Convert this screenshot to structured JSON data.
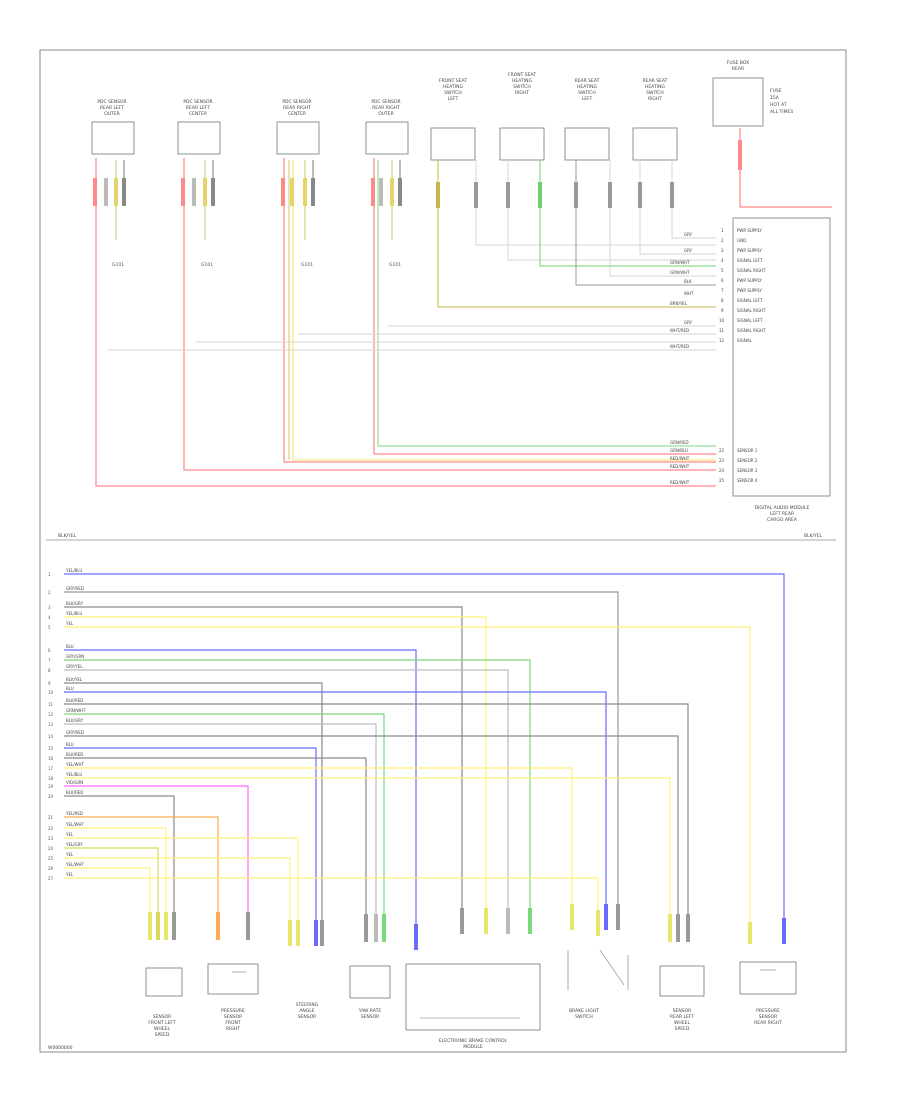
{
  "diagram": {
    "page_id": "W0000000",
    "bus_label_left": "BLK/YEL",
    "bus_label_right": "BLK/YEL",
    "top_sensors": [
      {
        "id": "pdc-sensor-1",
        "label": [
          "PDC SENSOR",
          "REAR LEFT",
          "OUTER"
        ]
      },
      {
        "id": "pdc-sensor-2",
        "label": [
          "PDC SENSOR",
          "REAR LEFT",
          "CENTER"
        ]
      },
      {
        "id": "pdc-sensor-3",
        "label": [
          "PDC SENSOR",
          "REAR RIGHT",
          "CENTER"
        ]
      },
      {
        "id": "pdc-sensor-4",
        "label": [
          "PDC SENSOR",
          "REAR RIGHT",
          "OUTER"
        ]
      }
    ],
    "top_switches": [
      {
        "id": "switch-1",
        "label": [
          "FRONT SEAT",
          "HEATING",
          "SWITCH",
          "LEFT"
        ]
      },
      {
        "id": "switch-2",
        "label": [
          "FRONT SEAT",
          "HEATING",
          "SWITCH",
          "RIGHT"
        ]
      },
      {
        "id": "switch-3",
        "label": [
          "REAR SEAT",
          "HEATING",
          "SWITCH",
          "LEFT"
        ]
      },
      {
        "id": "switch-4",
        "label": [
          "REAR SEAT",
          "HEATING",
          "SWITCH",
          "RIGHT"
        ]
      }
    ],
    "ground_labels": [
      "G101",
      "G101",
      "G101",
      "G101"
    ],
    "fuse_box_label": [
      "FUSE BOX",
      "REAR"
    ],
    "fuse_box_notes": [
      "FUSE",
      "15A",
      "HOT AT",
      "ALL TIMES"
    ],
    "module_label": [
      "DIGITAL AUDIO MODULE",
      "LEFT REAR",
      "CARGO AREA"
    ],
    "module_pins": [
      {
        "pin": "1",
        "name": "PWR SUPPLY"
      },
      {
        "pin": "2",
        "name": "GND"
      },
      {
        "pin": "3",
        "name": "PWR SUPPLY"
      },
      {
        "pin": "4",
        "name": "SIGNAL LEFT"
      },
      {
        "pin": "5",
        "name": "SIGNAL RIGHT"
      },
      {
        "pin": "6",
        "name": "PWR SUPPLY"
      },
      {
        "pin": "7",
        "name": "PWR SUPPLY"
      },
      {
        "pin": "8",
        "name": "SIGNAL LEFT"
      },
      {
        "pin": "9",
        "name": "SIGNAL RIGHT"
      },
      {
        "pin": "10",
        "name": "SIGNAL LEFT"
      },
      {
        "pin": "11",
        "name": "SIGNAL RIGHT"
      },
      {
        "pin": "12",
        "name": "SIGNAL"
      },
      {
        "pin": "22",
        "name": "SENSOR 1"
      },
      {
        "pin": "23",
        "name": "SENSOR 2"
      },
      {
        "pin": "24",
        "name": "SENSOR 3"
      },
      {
        "pin": "25",
        "name": "SENSOR 4"
      }
    ],
    "top_wire_labels": [
      "GRY",
      "GRY",
      "GRN/WHT",
      "GRN/WHT",
      "BLK",
      "BRN/YEL",
      "WHT",
      "GRY",
      "WHT/RED",
      "GRN/RED",
      "WHT/RED",
      "GRN/BLU",
      "RED/WHT",
      "RED/WHT",
      "RED/WHT"
    ],
    "bottom_wire_labels": [
      "YEL/BLU",
      "GRY/RED",
      "BLK/GRY",
      "YEL/BLU",
      "YEL",
      "BLU",
      "GRY/GRN",
      "GRY/YEL",
      "BLK/YEL",
      "BLU",
      "BLK/RED",
      "GRN/WHT",
      "BLK/GRY",
      "GRY/RED",
      "BLU",
      "BLK/RED",
      "YEL/WHT",
      "YEL/BLU",
      "VIO/GRN",
      "BLK/RED",
      "YEL/RED",
      "YEL/WHT",
      "YEL",
      "YEL/GRY",
      "YEL",
      "YEL/WHT",
      "YEL"
    ],
    "bottom_components": [
      {
        "id": "sensor-front-left",
        "label": [
          "SENSOR",
          "FRONT LEFT",
          "WHEEL",
          "SPEED"
        ]
      },
      {
        "id": "sensor-front-right",
        "label": [
          "PRESSURE",
          "SENSOR",
          "FRONT",
          "RIGHT"
        ]
      },
      {
        "id": "steering-angle",
        "label": [
          "STEERING",
          "ANGLE",
          "SENSOR"
        ]
      },
      {
        "id": "yaw-sensor",
        "label": [
          "YAW RATE",
          "SENSOR"
        ]
      },
      {
        "id": "control-module",
        "label": [
          "ELECTRONIC BRAKE CONTROL",
          "MODULE"
        ]
      },
      {
        "id": "brake-switch",
        "label": [
          "BRAKE LIGHT",
          "SWITCH"
        ]
      },
      {
        "id": "sensor-rear-left",
        "label": [
          "SENSOR",
          "REAR LEFT",
          "WHEEL",
          "SPEED"
        ]
      },
      {
        "id": "sensor-rear-right",
        "label": [
          "PRESSURE",
          "SENSOR",
          "REAR RIGHT"
        ]
      }
    ]
  }
}
